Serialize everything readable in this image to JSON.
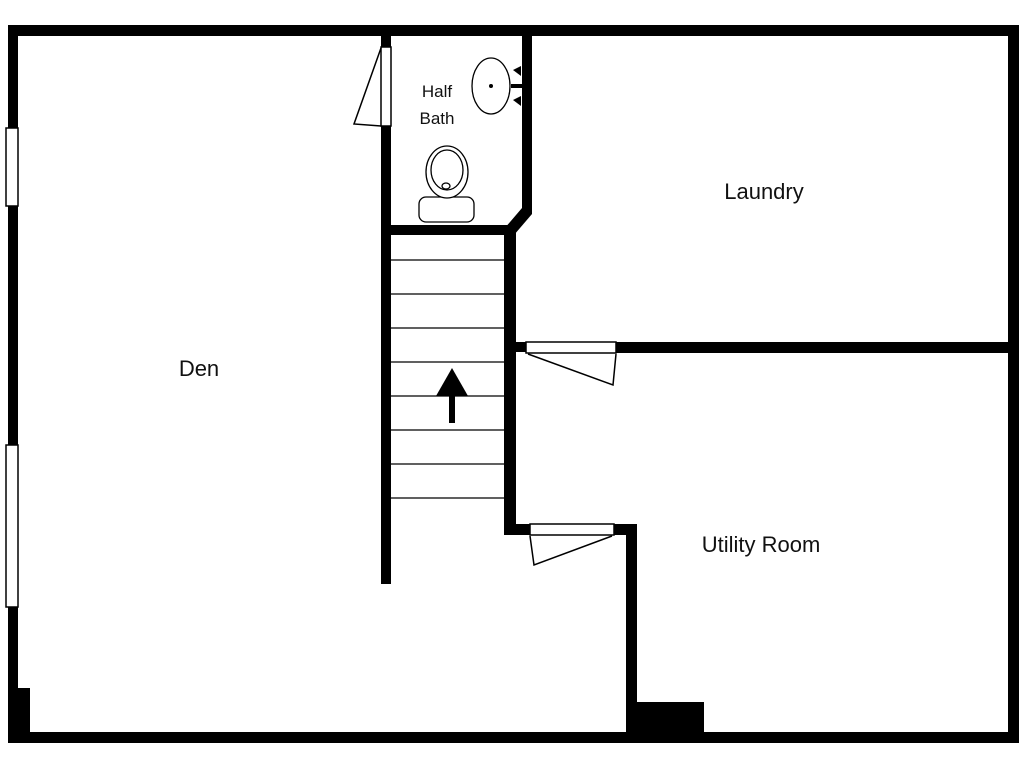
{
  "rooms": {
    "den": "Den",
    "half_bath_line1": "Half",
    "half_bath_line2": "Bath",
    "laundry": "Laundry",
    "utility_room": "Utility Room"
  },
  "fixtures": {
    "stair_direction_icon": "arrow-up-icon",
    "toilet_icon": "toilet-icon",
    "sink_icon": "sink-icon"
  },
  "colors": {
    "wall": "#000000",
    "background": "#ffffff"
  }
}
